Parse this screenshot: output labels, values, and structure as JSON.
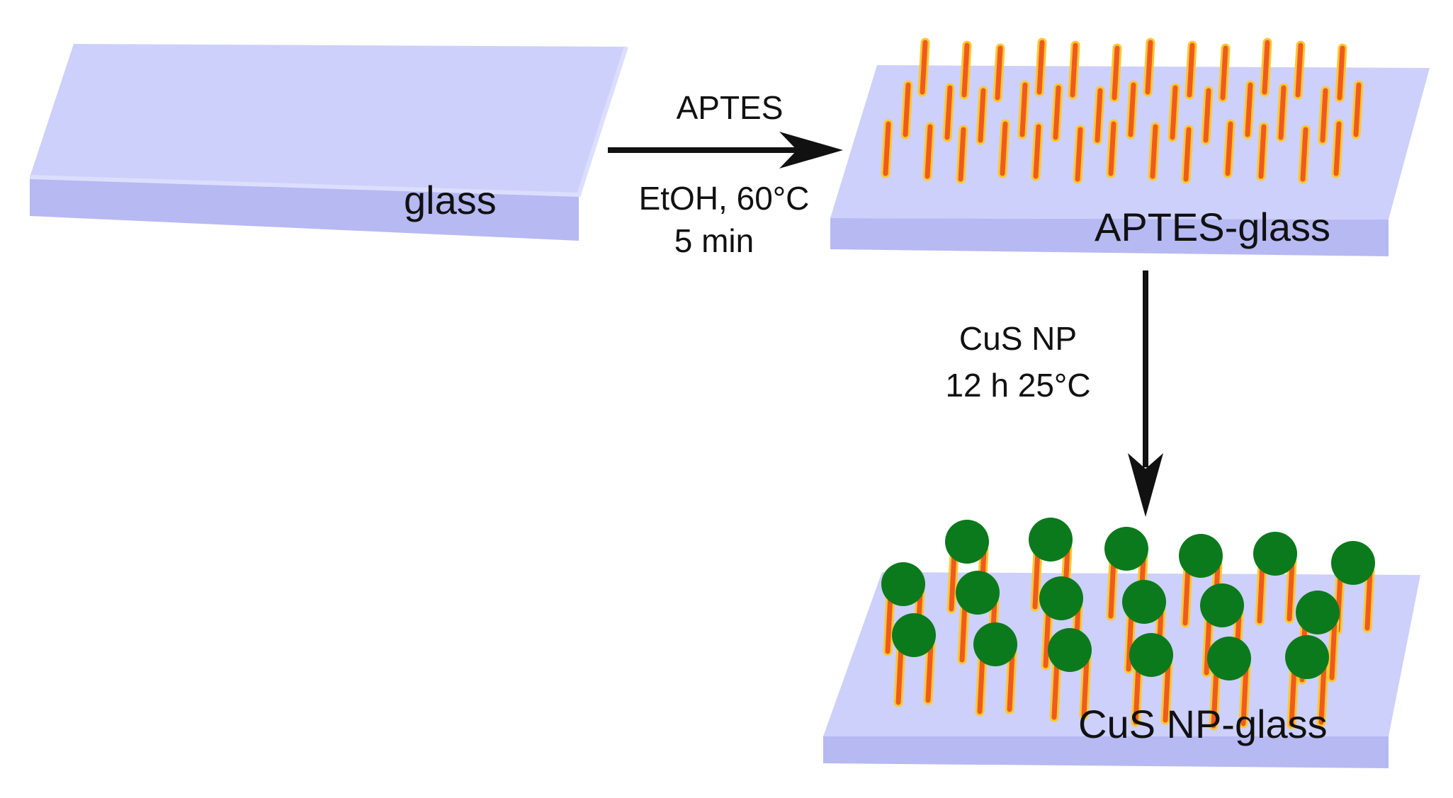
{
  "colors": {
    "glass_top": "#cdd0fb",
    "glass_side": "#b6b9f2",
    "glass_edge": "#dcdefd",
    "aptes_core": "#f05a1e",
    "aptes_glow": "#f9c930",
    "nanoparticle": "#0b7a1c",
    "arrow": "#111111",
    "text": "#111111"
  },
  "stages": {
    "glass": {
      "label": "glass"
    },
    "aptes_glass": {
      "label": "APTES-glass"
    },
    "cus_np_glass": {
      "label": "CuS NP-glass"
    }
  },
  "steps": {
    "step1": {
      "reagent": "APTES",
      "conditions": [
        "EtOH, 60°C",
        "5 min"
      ]
    },
    "step2": {
      "reagent": "CuS NP",
      "conditions": [
        "12 h 25°C"
      ]
    }
  }
}
